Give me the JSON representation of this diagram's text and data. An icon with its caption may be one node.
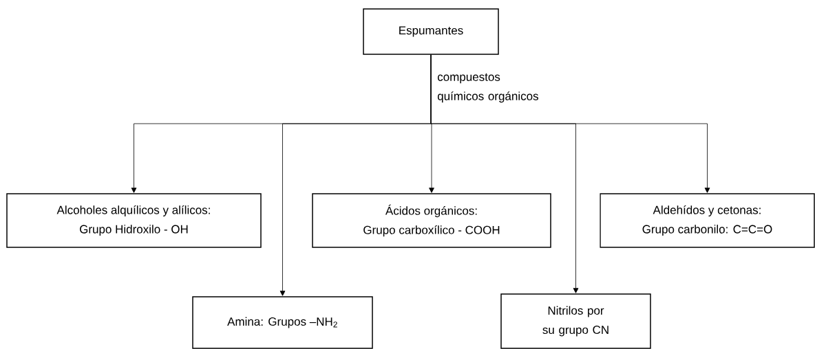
{
  "diagram": {
    "nodes": [
      {
        "text": [
          "Espumantes"
        ]
      },
      {
        "text": [
          "Alcoholes alquílicos y alílicos:",
          "Grupo Hidroxilo - OH"
        ]
      },
      {
        "text": [
          "Ácidos orgánicos:",
          "Grupo carboxílico - COOH"
        ]
      },
      {
        "text": [
          "Aldehídos y cetonas:",
          "Grupo carbonilo: C=C=O"
        ]
      },
      {
        "text": [
          "Amina: Grupos –NH$_{2}$"
        ]
      },
      {
        "text": [
          "Nitrilos por su grupo CN"
        ]
      }
    ],
    "edges": [
      {
        "from": 0,
        "to": 1,
        "arrow": "to"
      },
      {
        "from": 0,
        "to": 4,
        "arrow": "to"
      },
      {
        "from": 0,
        "to": 2,
        "arrow": "to"
      },
      {
        "from": 0,
        "to": 5,
        "arrow": "to"
      },
      {
        "from": 0,
        "to": 3,
        "arrow": "to"
      }
    ],
    "labels": [
      "compuestos químicos orgánicos"
    ]
  }
}
